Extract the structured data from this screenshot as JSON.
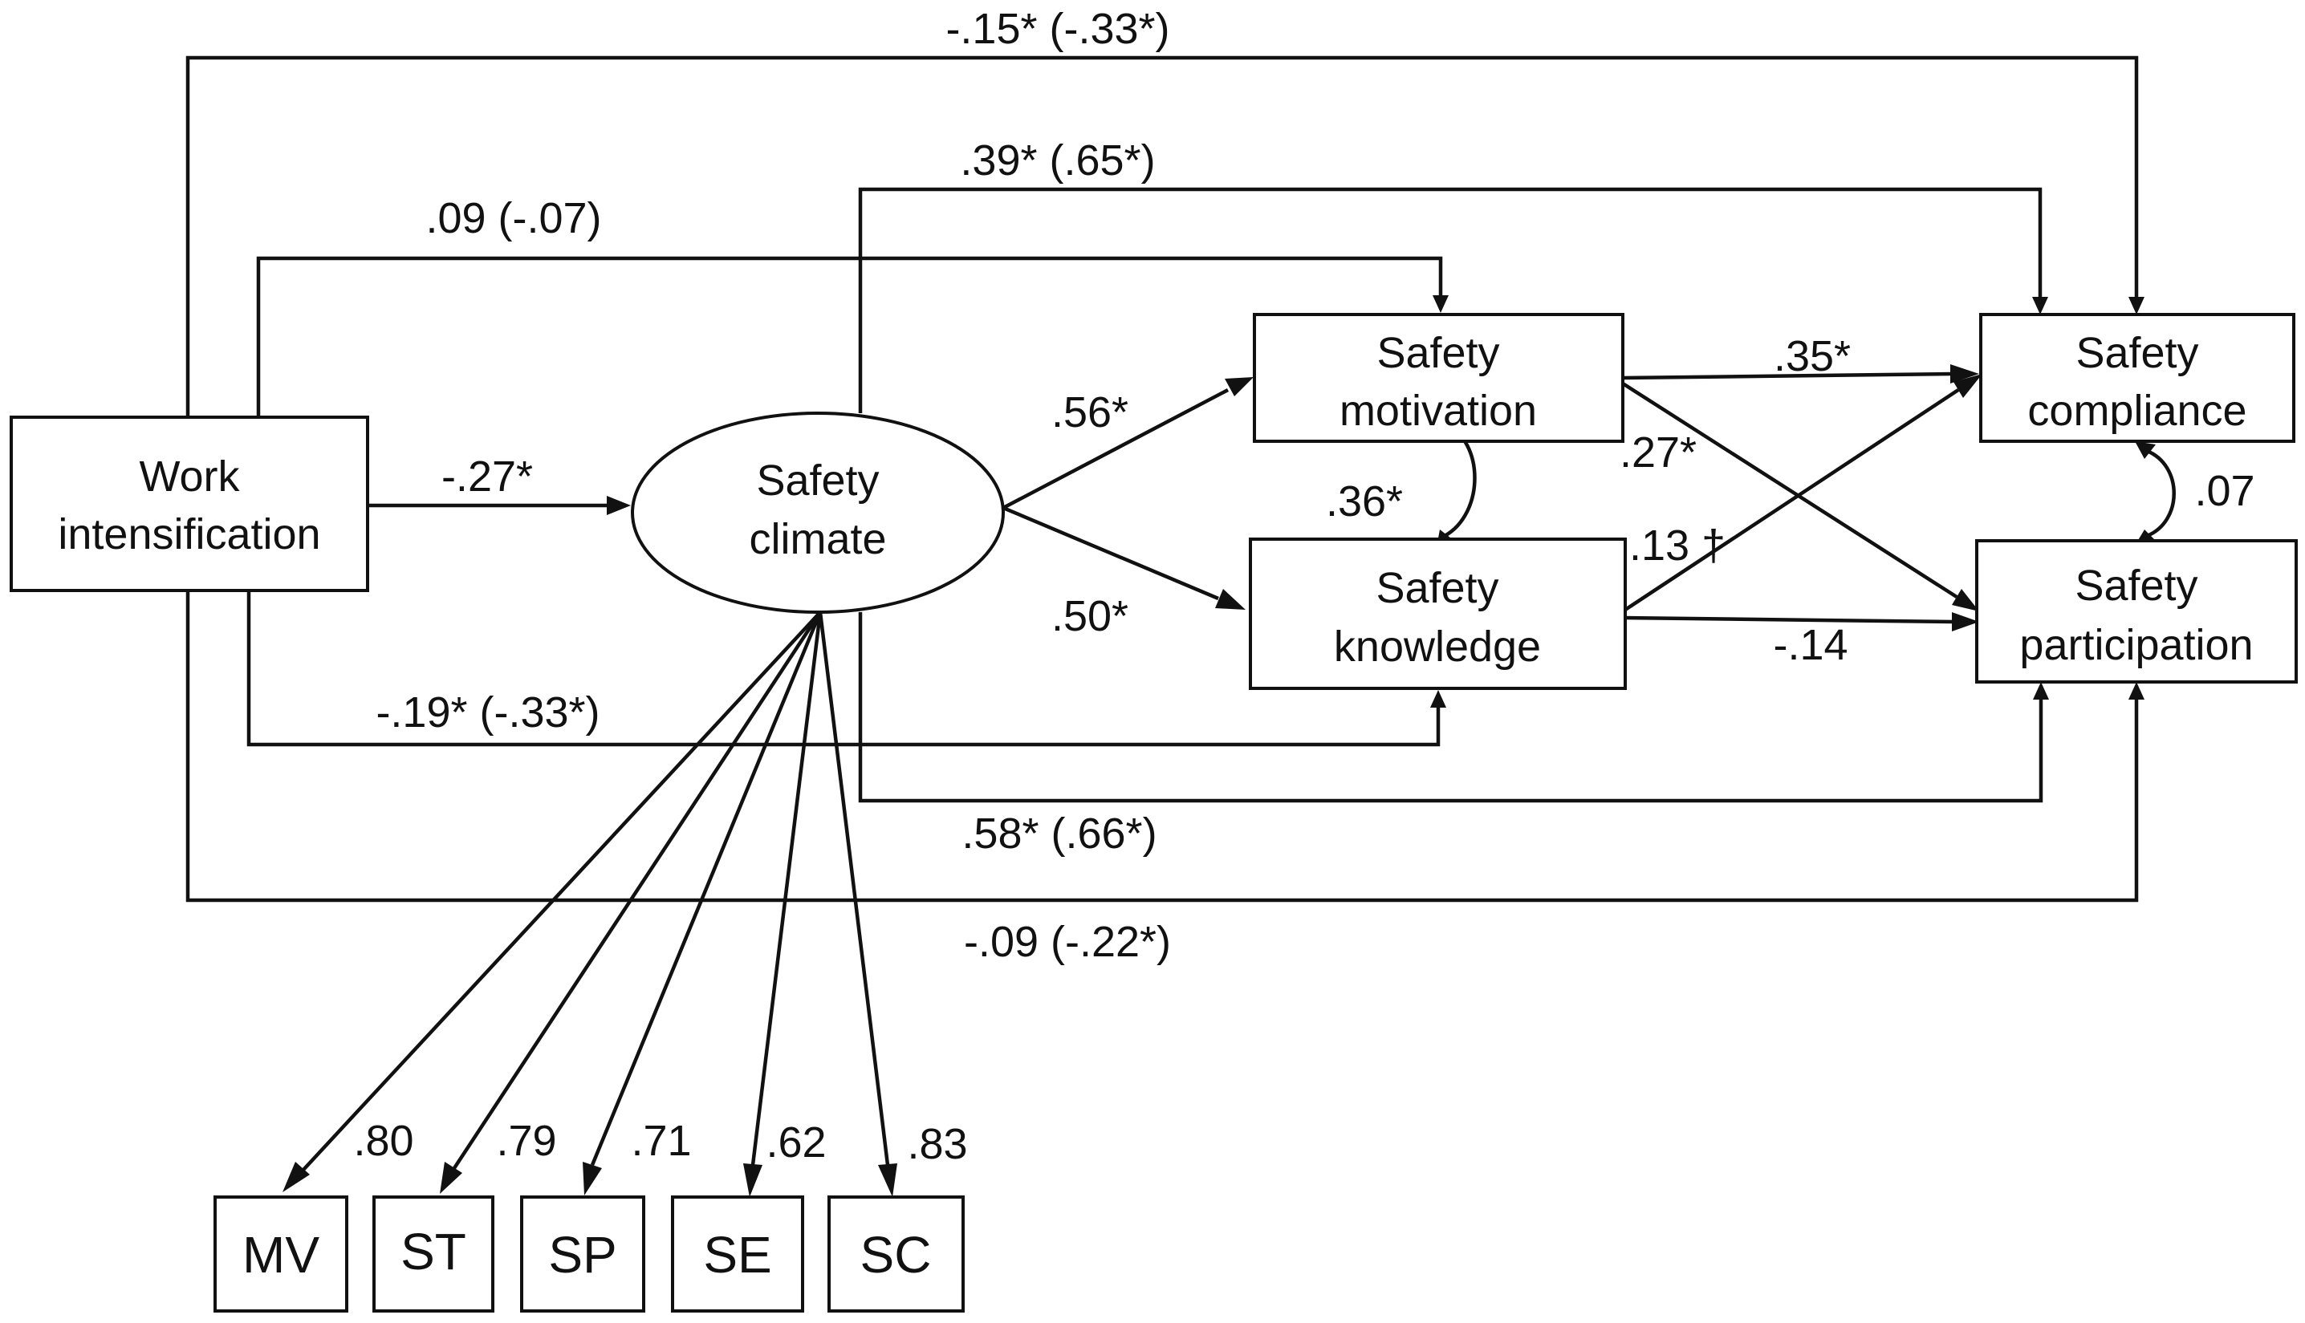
{
  "nodes": {
    "work_intensification": [
      "Work",
      "intensification"
    ],
    "safety_climate": [
      "Safety",
      "climate"
    ],
    "safety_motivation": [
      "Safety",
      "motivation"
    ],
    "safety_knowledge": [
      "Safety",
      "knowledge"
    ],
    "safety_compliance": [
      "Safety",
      "compliance"
    ],
    "safety_participation": [
      "Safety",
      "participation"
    ]
  },
  "indicators": [
    "MV",
    "ST",
    "SP",
    "SE",
    "SC"
  ],
  "loadings": [
    ".80",
    ".79",
    ".71",
    ".62",
    ".83"
  ],
  "paths": {
    "wi_to_climate": "-.27*",
    "climate_to_motivation": ".56*",
    "climate_to_knowledge": ".50*",
    "motivation_to_compliance": ".35*",
    "motivation_to_participation": ".27*",
    "knowledge_to_compliance": ".13 †",
    "knowledge_to_participation": "-.14",
    "motivation_knowledge_cov": ".36*",
    "compliance_participation_cov": ".07",
    "wi_to_motivation": ".09 (-.07)",
    "wi_to_knowledge": "-.19* (-.33*)",
    "wi_to_compliance": "-.15* (-.33*)",
    "wi_to_participation": "-.09 (-.22*)",
    "climate_to_compliance": ".39* (.65*)",
    "climate_to_participation": ".58* (.66*)"
  }
}
